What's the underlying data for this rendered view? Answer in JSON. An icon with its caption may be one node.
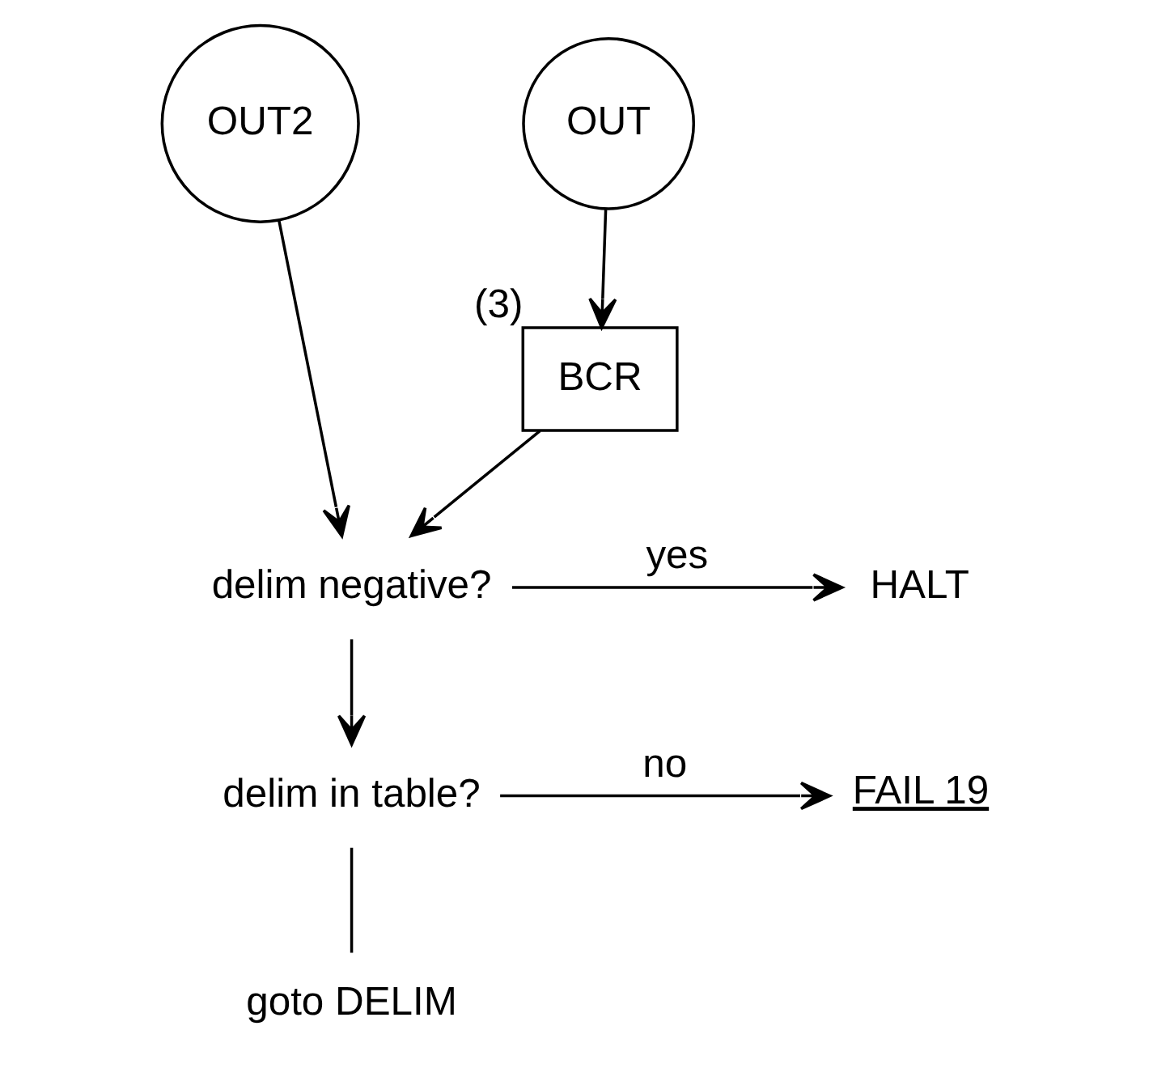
{
  "diagram": {
    "nodes": [
      {
        "text": [
          "OUT2"
        ]
      },
      {
        "text": [
          "OUT"
        ]
      },
      {
        "text": [
          "BCR"
        ],
        "beside": [
          "(3)"
        ]
      },
      {
        "text": [
          "delim negative?"
        ]
      },
      {
        "text": [
          "HALT"
        ]
      },
      {
        "text": [
          "delim in table?"
        ]
      },
      {
        "text": [
          "FAIL 19"
        ]
      },
      {
        "text": [
          "goto DELIM"
        ]
      }
    ],
    "edges": [
      {
        "from": 1,
        "to": 2,
        "arrow": "to"
      },
      {
        "from": 0,
        "to": 3,
        "arrow": "to"
      },
      {
        "from": 2,
        "to": 3,
        "arrow": "to"
      },
      {
        "from": 3,
        "to": 4,
        "label": "yes",
        "arrow": "to"
      },
      {
        "from": 3,
        "to": 5,
        "arrow": "to"
      },
      {
        "from": 5,
        "to": 6,
        "label": "no",
        "arrow": "to"
      },
      {
        "from": 5,
        "to": 7,
        "arrow": "none"
      }
    ]
  }
}
